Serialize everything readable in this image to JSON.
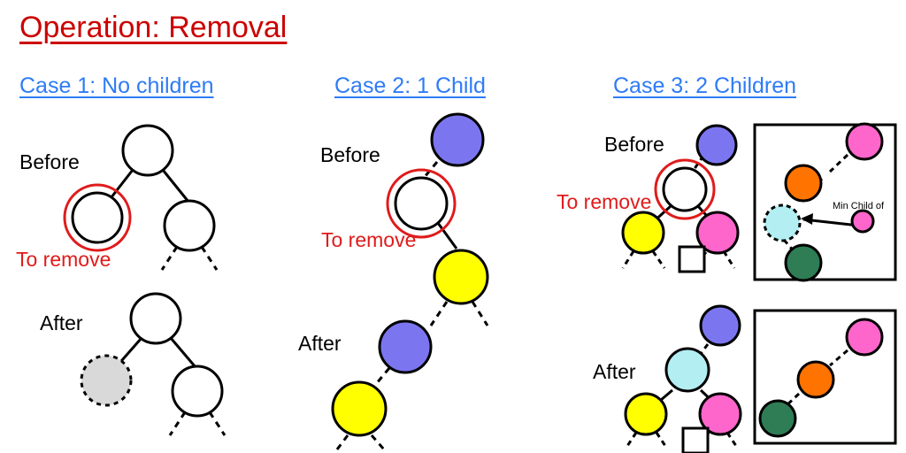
{
  "slide": {
    "title": "Operation: Removal",
    "title_color": "#CC0000",
    "heading_color": "#2E7BF6",
    "background": "#FFFFFF"
  },
  "palette": {
    "white": "#FFFFFF",
    "grey": "#D9D9D9",
    "purple": "#7B76F0",
    "yellow": "#FFFF00",
    "pink": "#FF66CC",
    "cyan": "#B3EEF2",
    "orange": "#FF7300",
    "green": "#2E7D55",
    "outline": "#000000",
    "highlight_red": "#E01B1B"
  },
  "cases": [
    {
      "id": "case-1",
      "heading": "Case 1: No children",
      "before_label": "Before",
      "after_label": "After",
      "annotation": "To remove",
      "before_nodes": [
        {
          "name": "root",
          "color": "white",
          "border": "solid"
        },
        {
          "name": "node-to-remove",
          "color": "white",
          "border": "solid",
          "highlighted": true
        },
        {
          "name": "right-child",
          "color": "white",
          "border": "solid"
        }
      ],
      "after_nodes": [
        {
          "name": "root",
          "color": "white",
          "border": "solid"
        },
        {
          "name": "removed-placeholder",
          "color": "grey",
          "border": "dashed"
        },
        {
          "name": "right-child",
          "color": "white",
          "border": "solid"
        }
      ]
    },
    {
      "id": "case-2",
      "heading": "Case 2: 1 Child",
      "before_label": "Before",
      "after_label": "After",
      "annotation": "To remove",
      "before_nodes": [
        {
          "name": "parent",
          "color": "purple",
          "border": "solid"
        },
        {
          "name": "node-to-remove",
          "color": "white",
          "border": "solid",
          "highlighted": true
        },
        {
          "name": "only-child",
          "color": "yellow",
          "border": "solid"
        }
      ],
      "after_nodes": [
        {
          "name": "parent",
          "color": "purple",
          "border": "solid"
        },
        {
          "name": "promoted-child",
          "color": "yellow",
          "border": "solid"
        }
      ]
    },
    {
      "id": "case-3",
      "heading": "Case 3: 2 Children",
      "before_label": "Before",
      "after_label": "After",
      "annotation": "To remove",
      "inset_note": "Min Child of",
      "before_nodes": [
        {
          "name": "parent",
          "color": "purple",
          "border": "solid"
        },
        {
          "name": "node-to-remove",
          "color": "white",
          "border": "solid",
          "highlighted": true
        },
        {
          "name": "left-child",
          "color": "yellow",
          "border": "solid"
        },
        {
          "name": "right-child",
          "color": "pink",
          "border": "solid"
        }
      ],
      "before_inset_nodes": [
        {
          "name": "pink-subtree-root",
          "color": "pink",
          "border": "solid"
        },
        {
          "name": "orange-node",
          "color": "orange",
          "border": "solid"
        },
        {
          "name": "min-child",
          "color": "cyan",
          "border": "dashed",
          "pointed_at": true
        },
        {
          "name": "green-node",
          "color": "green",
          "border": "solid"
        },
        {
          "name": "legend-pink-node",
          "color": "pink",
          "border": "solid"
        }
      ],
      "after_nodes": [
        {
          "name": "parent",
          "color": "purple",
          "border": "solid"
        },
        {
          "name": "replacement-min-child",
          "color": "cyan",
          "border": "solid"
        },
        {
          "name": "left-child",
          "color": "yellow",
          "border": "solid"
        },
        {
          "name": "right-child",
          "color": "pink",
          "border": "solid"
        }
      ],
      "after_inset_nodes": [
        {
          "name": "pink-subtree-root",
          "color": "pink",
          "border": "solid"
        },
        {
          "name": "orange-node",
          "color": "orange",
          "border": "solid"
        },
        {
          "name": "green-node",
          "color": "green",
          "border": "solid"
        }
      ]
    }
  ]
}
